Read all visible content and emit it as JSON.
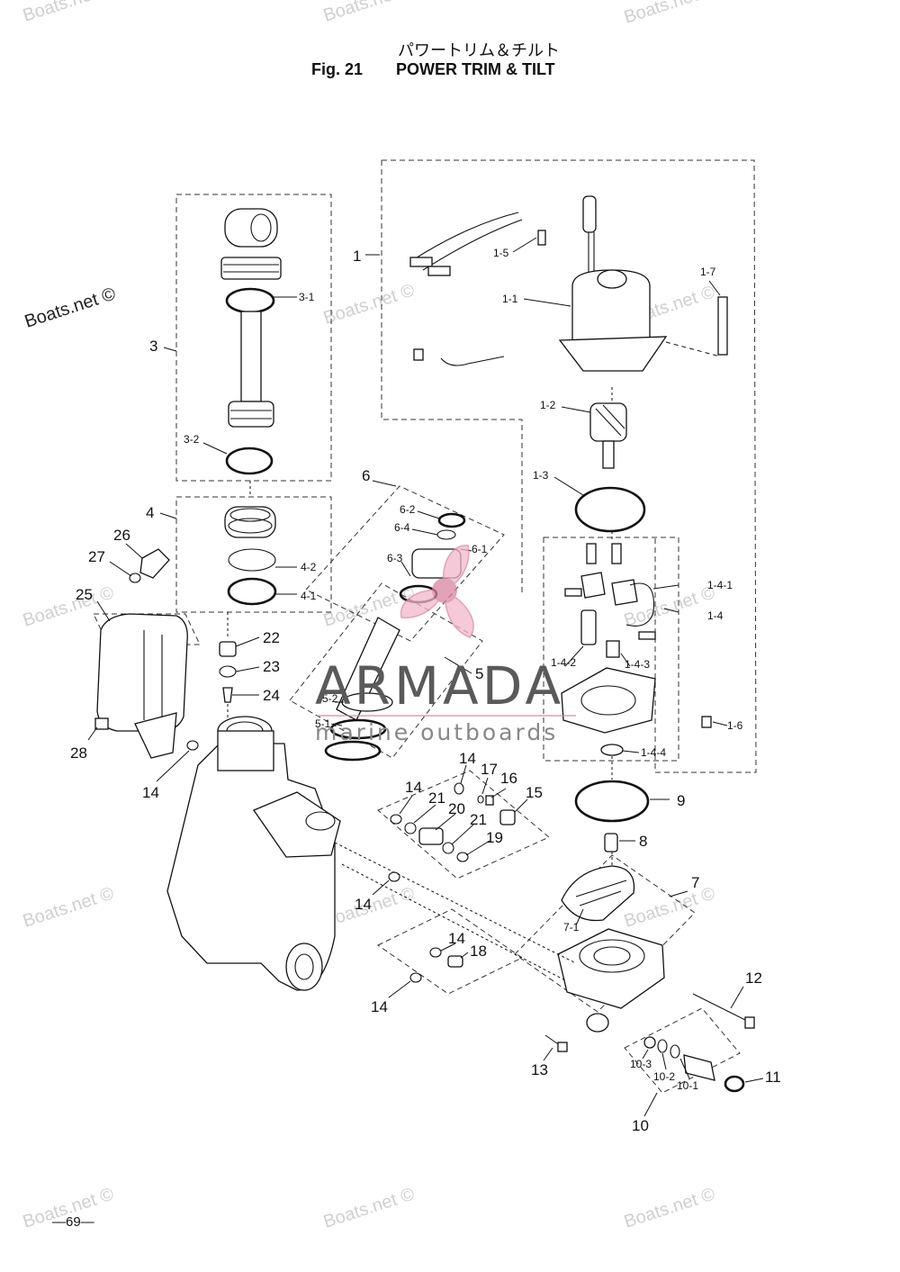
{
  "header": {
    "title_jp": "パワートリム＆チルト",
    "fig_label": "Fig. 21",
    "title_en": "POWER TRIM & TILT"
  },
  "watermark": {
    "text": "Boats.net ©"
  },
  "brand": {
    "name": "ARMADA",
    "tagline": "marine outboards"
  },
  "footer": {
    "page_number": "—69—"
  },
  "callouts": {
    "p1": "1",
    "p1_1": "1-1",
    "p1_2": "1-2",
    "p1_3": "1-3",
    "p1_4": "1-4",
    "p1_4_1": "1-4-1",
    "p1_4_2": "1-4-2",
    "p1_4_3": "1-4-3",
    "p1_4_4": "1-4-4",
    "p1_5": "1-5",
    "p1_6": "1-6",
    "p1_7": "1-7",
    "p3": "3",
    "p3_1": "3-1",
    "p3_2": "3-2",
    "p4": "4",
    "p4_1": "4-1",
    "p4_2": "4-2",
    "p5": "5",
    "p5_1": "5-1",
    "p5_2": "5-2",
    "p6": "6",
    "p6_1": "6-1",
    "p6_2": "6-2",
    "p6_3": "6-3",
    "p6_4": "6-4",
    "p7": "7",
    "p7_1": "7-1",
    "p8": "8",
    "p9": "9",
    "p10": "10",
    "p10_1": "10-1",
    "p10_2": "10-2",
    "p10_3": "10-3",
    "p11": "11",
    "p12": "12",
    "p13": "13",
    "p14": "14",
    "p15": "15",
    "p16": "16",
    "p17": "17",
    "p18": "18",
    "p19": "19",
    "p20": "20",
    "p21": "21",
    "p22": "22",
    "p23": "23",
    "p24": "24",
    "p25": "25",
    "p26": "26",
    "p27": "27",
    "p28": "28"
  }
}
